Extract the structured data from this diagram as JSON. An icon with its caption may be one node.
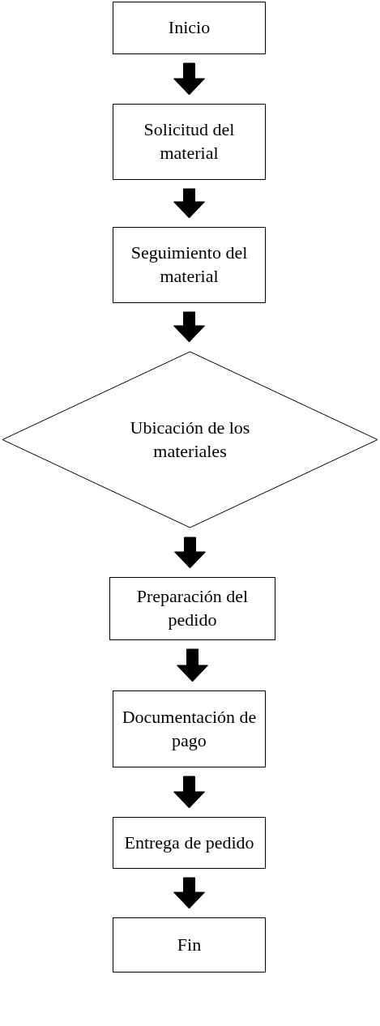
{
  "diagram": {
    "nodes": [
      {
        "text": [
          "Inicio"
        ]
      },
      {
        "text": [
          "Solicitud del material"
        ]
      },
      {
        "text": [
          "Seguimiento del material"
        ]
      },
      {
        "text": [
          "Ubicación de los materiales"
        ]
      },
      {
        "text": [
          "Preparación del pedido"
        ]
      },
      {
        "text": [
          "Documentación de pago"
        ]
      },
      {
        "text": [
          "Entrega de pedido"
        ]
      },
      {
        "text": [
          "Fin"
        ]
      }
    ],
    "edges": [
      {
        "from": 0,
        "to": 1,
        "arrow": "to"
      },
      {
        "from": 1,
        "to": 2,
        "arrow": "to"
      },
      {
        "from": 2,
        "to": 3,
        "arrow": "to"
      },
      {
        "from": 3,
        "to": 4,
        "arrow": "to"
      },
      {
        "from": 4,
        "to": 5,
        "arrow": "to"
      },
      {
        "from": 5,
        "to": 6,
        "arrow": "to"
      },
      {
        "from": 6,
        "to": 7,
        "arrow": "to"
      }
    ]
  }
}
